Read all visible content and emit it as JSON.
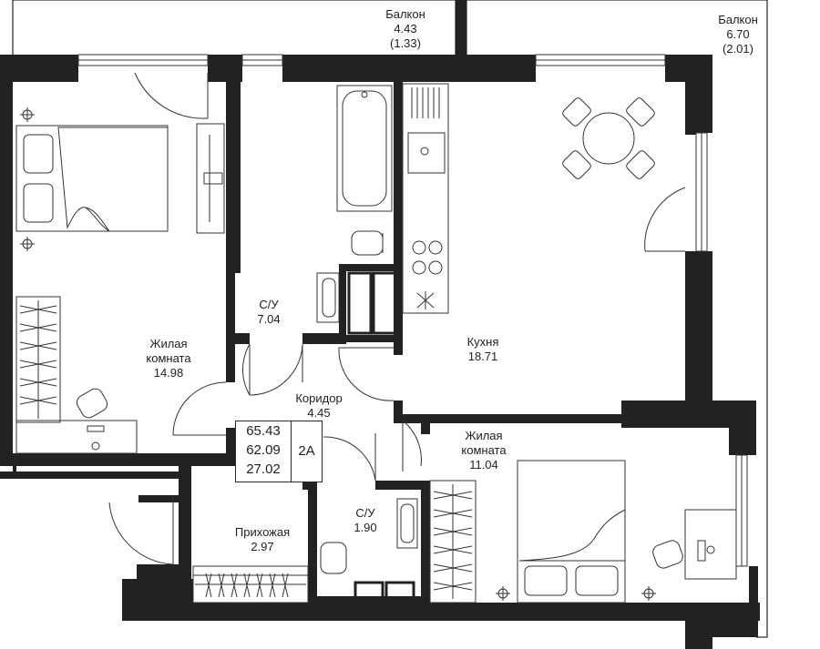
{
  "colors": {
    "wall": "#222222",
    "line": "#333333",
    "background": "#ffffff"
  },
  "rooms": {
    "balcony_small": {
      "name": "Балкон",
      "area": "4.43",
      "coef": "(1.33)"
    },
    "balcony_large": {
      "name": "Балкон",
      "area": "6.70",
      "coef": "(2.01)"
    },
    "living_room_1": {
      "name_line1": "Жилая",
      "name_line2": "комната",
      "area": "14.98"
    },
    "bathroom_1": {
      "name": "С/У",
      "area": "7.04"
    },
    "kitchen": {
      "name": "Кухня",
      "area": "18.71"
    },
    "corridor": {
      "name": "Коридор",
      "area": "4.45"
    },
    "living_room_2": {
      "name_line1": "Жилая",
      "name_line2": "комната",
      "area": "11.04"
    },
    "bathroom_2": {
      "name": "С/У",
      "area": "1.90"
    },
    "hallway": {
      "name": "Прихожая",
      "area": "2.97"
    }
  },
  "summary": {
    "total_area": "65.43",
    "area_without_balcony": "62.09",
    "living_area": "27.02",
    "type": "2А"
  },
  "icons": [
    "bed-icon",
    "chair-icon",
    "desk-icon",
    "bathtub-icon",
    "toilet-icon",
    "sink-icon",
    "stove-icon",
    "dining-table-icon",
    "wardrobe-icon",
    "door-swing-icon"
  ]
}
